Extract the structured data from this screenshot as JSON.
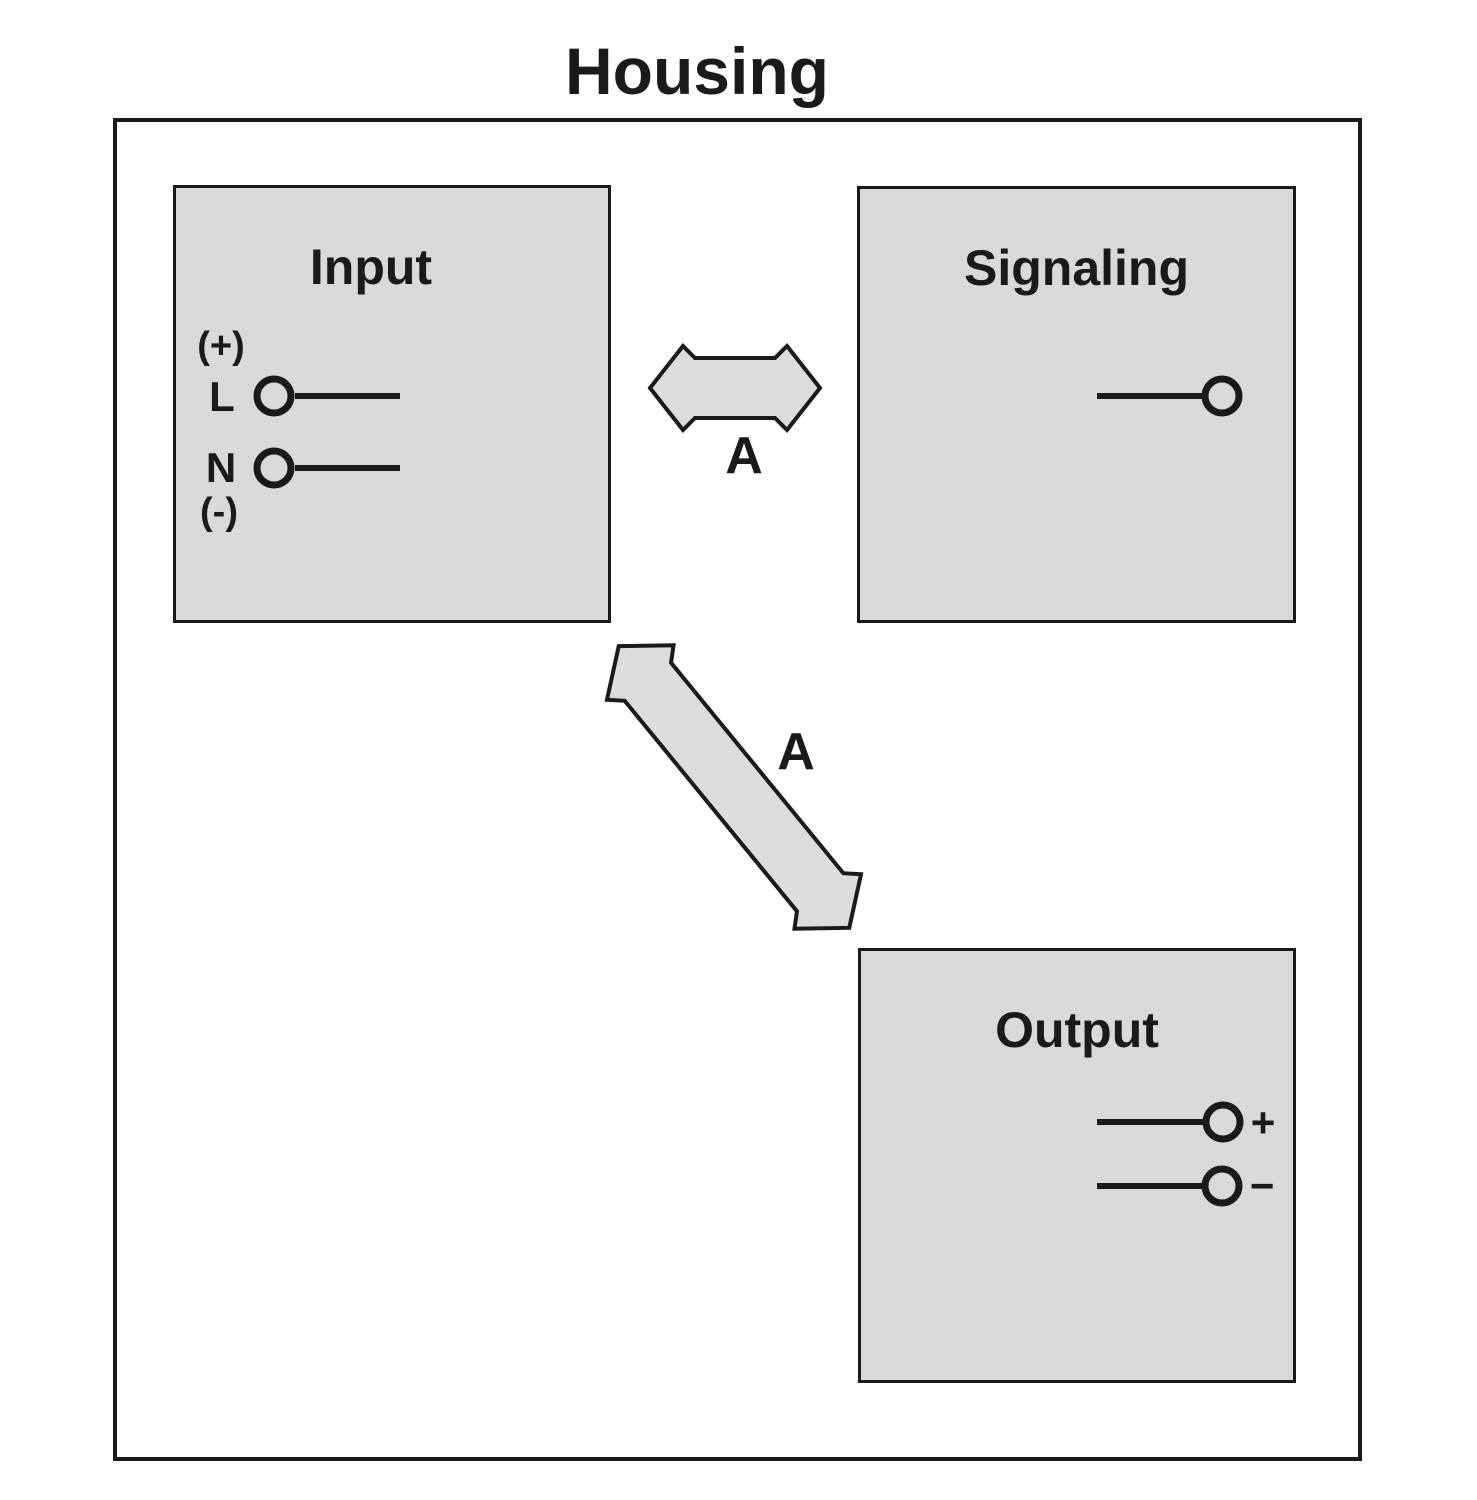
{
  "title": "Housing",
  "blocks": {
    "input": {
      "label": "Input",
      "terminals": {
        "plus": "(+)",
        "line": "L",
        "neutral": "N",
        "minus": "(-)"
      }
    },
    "signaling": {
      "label": "Signaling"
    },
    "output": {
      "label": "Output",
      "terminals": {
        "plus": "+",
        "minus": "−"
      }
    }
  },
  "arrows": {
    "input_signaling_label": "A",
    "input_output_label": "A"
  },
  "colors": {
    "block_fill": "#d9d9d9",
    "arrow_fill": "#dcdcdc",
    "line_color": "#1a1a1a"
  }
}
